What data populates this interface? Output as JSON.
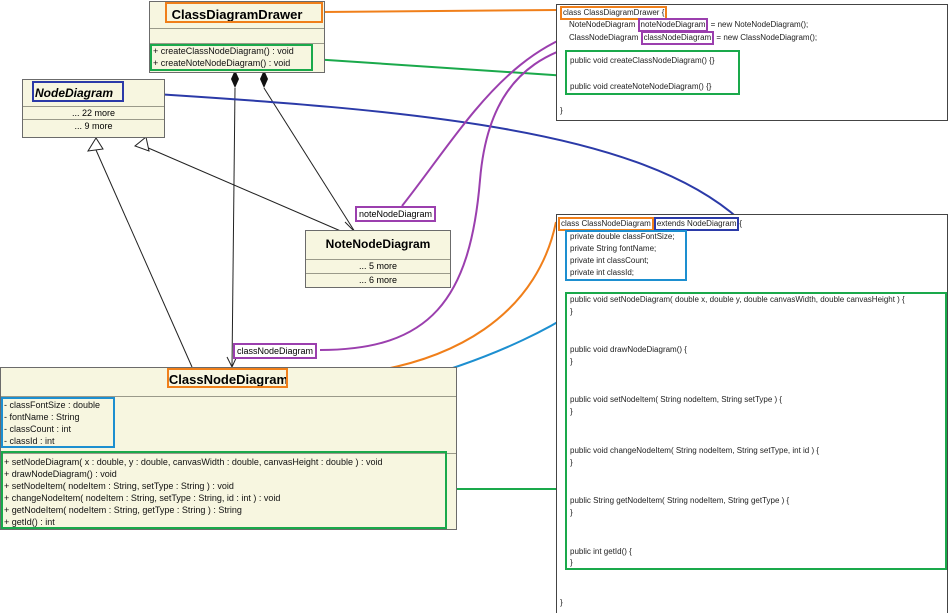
{
  "classes": {
    "drawer": {
      "name": "ClassDiagramDrawer",
      "methods": [
        "+ createClassNodeDiagram() : void",
        "+ createNoteNodeDiagram() : void"
      ]
    },
    "node": {
      "name": "NodeDiagram",
      "more": [
        "... 22 more",
        "... 9 more"
      ]
    },
    "note": {
      "name": "NoteNodeDiagram",
      "more": [
        "... 5 more",
        "... 6 more"
      ]
    },
    "classnode": {
      "name": "ClassNodeDiagram",
      "attributes": [
        "- classFontSize : double",
        "- fontName : String",
        "- classCount : int",
        "- classId : int"
      ],
      "methods": [
        "+ setNodeDiagram(  x : double,  y : double,  canvasWidth : double,  canvasHeight : double ) : void",
        "+ drawNodeDiagram() : void",
        "+ setNodeItem(  nodeItem : String,  setType : String ) : void",
        "+ changeNodeItem(  nodeItem : String,  setType : String,  id : int ) : void",
        "+ getNodeItem(  nodeItem : String,  getType : String ) :  String",
        "+ getId() :  int"
      ]
    }
  },
  "roles": {
    "note": "noteNodeDiagram",
    "classnode": "classNodeDiagram"
  },
  "code1": {
    "header": "class ClassDiagramDrawer {",
    "field1_type": "NoteNodeDiagram",
    "field1_name": "noteNodeDiagram",
    "field1_rest": "= new NoteNodeDiagram();",
    "field2_type": "ClassNodeDiagram",
    "field2_name": "classNodeDiagram",
    "field2_rest": "= new ClassNodeDiagram();",
    "m1": "public  void createClassNodeDiagram() {}",
    "m2": "public  void createNoteNodeDiagram() {}",
    "close": "}"
  },
  "code2": {
    "h1": "class ClassNodeDiagram",
    "h2": "extends NodeDiagram",
    "h3": "{",
    "fields": [
      "private double classFontSize;",
      "private String fontName;",
      "private int classCount;",
      "private int classId;"
    ],
    "methods": [
      [
        "public  void setNodeDiagram( double x, double y, double canvasWidth, double canvasHeight ) {",
        "}"
      ],
      [
        "public  void drawNodeDiagram() {",
        "}"
      ],
      [
        "public  void setNodeItem( String nodeItem, String setType ) {",
        "}"
      ],
      [
        "public  void changeNodeItem( String nodeItem, String setType, int id ) {",
        "}"
      ],
      [
        "public  String getNodeItem( String nodeItem, String getType ) {",
        "}"
      ],
      [
        "public  int getId() {",
        "}"
      ]
    ],
    "close": "}"
  },
  "colors": {
    "orange": "#f07f1a",
    "green": "#1aa94b",
    "blue": "#2b3aa8",
    "purple": "#9b3fae",
    "cyan": "#1d8fd0"
  }
}
